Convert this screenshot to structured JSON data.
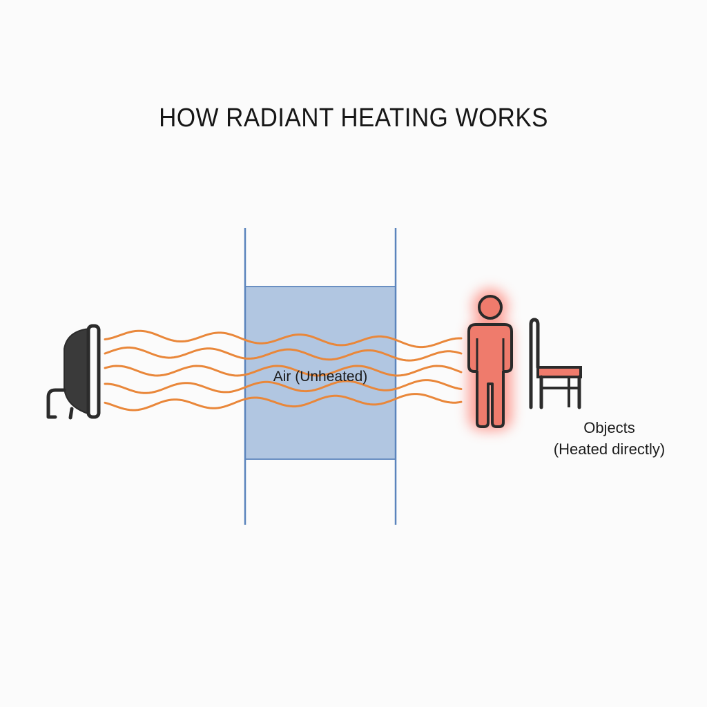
{
  "title": "HOW RADIANT HEATING WORKS",
  "air_label": "Air (Unheated)",
  "objects_label_line1": "Objects",
  "objects_label_line2": "(Heated directly)",
  "icons": {
    "heater": "radiant-heater-icon",
    "person": "person-icon",
    "chair": "chair-icon"
  },
  "colors": {
    "background": "#fbfbfb",
    "heat_wave": "#e9873a",
    "air_fill": "#a9c1df",
    "air_border": "#5b84bc",
    "person": "#ef7b6c",
    "person_glow": "#ff5a4a",
    "heater": "#3a3a3a",
    "chair": "#2b2b2b",
    "chair_seat": "#ef7b6c"
  }
}
